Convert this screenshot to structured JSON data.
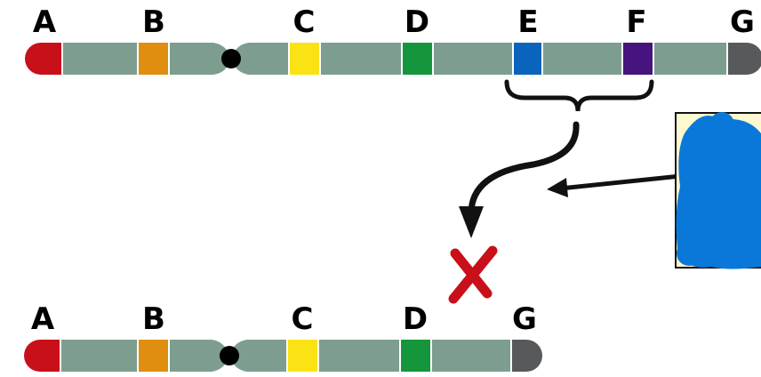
{
  "diagram": {
    "title": "Chromosome deletion",
    "top_chromosome": {
      "labels": [
        "A",
        "B",
        "C",
        "D",
        "E",
        "F",
        "G"
      ]
    },
    "bottom_chromosome": {
      "labels": [
        "A",
        "B",
        "C",
        "D",
        "G"
      ]
    },
    "colors": {
      "arm": "#7d9e8e",
      "A": "#c8101a",
      "B": "#e08e10",
      "C": "#fbe214",
      "D": "#16963c",
      "E": "#0a63bd",
      "F": "#45147e",
      "G": "#58595b",
      "centromere": "#000000",
      "cross": "#c8101a",
      "note_box": "#fdf8d0",
      "scribble": "#0a78d8"
    },
    "deleted_segment": [
      "E",
      "F"
    ]
  }
}
